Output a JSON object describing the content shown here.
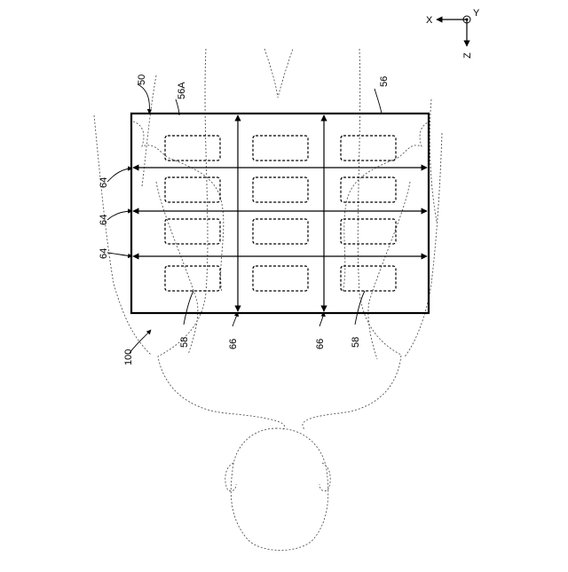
{
  "axes": {
    "x_label": "X",
    "y_label": "Y",
    "z_label": "Z"
  },
  "labels": {
    "unit": "50",
    "film": "56",
    "film_edge": "56A",
    "sensor_left": "58",
    "sensor_right": "58",
    "lines_h": [
      "64",
      "64",
      "64"
    ],
    "lines_v": [
      "66",
      "66"
    ],
    "subject": "100"
  }
}
